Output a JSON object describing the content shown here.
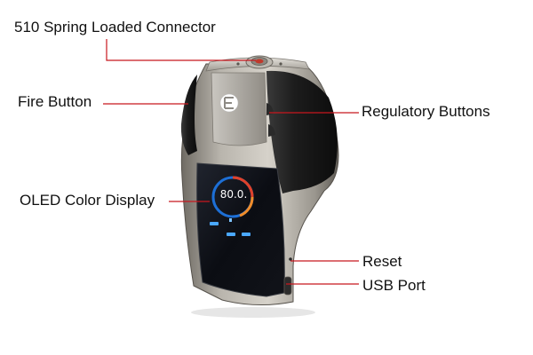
{
  "callouts": {
    "connector": "510 Spring Loaded Connector",
    "fire_button": "Fire Button",
    "regulatory_buttons": "Regulatory Buttons",
    "oled_display": "OLED Color Display",
    "reset": "Reset",
    "usb_port": "USB Port"
  },
  "screen": {
    "reading": "80.0."
  },
  "colors": {
    "leader_line": "#c8171e",
    "body_metal": "#a8a49c",
    "side_panel": "#151515",
    "screen_glass": "#0a0c12",
    "screen_ring": "#e0412a",
    "screen_text": "#ffffff"
  }
}
